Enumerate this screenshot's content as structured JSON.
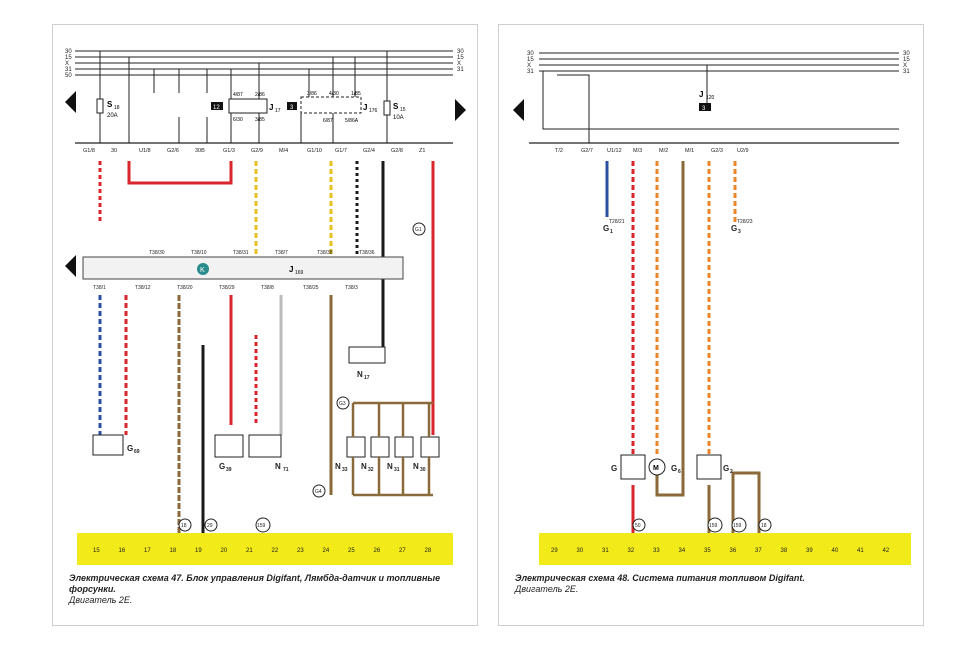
{
  "page1": {
    "busLines": [
      "30",
      "15",
      "X",
      "31",
      "50"
    ],
    "fuses": [
      {
        "id": "S",
        "sub": "18",
        "rating": "20A"
      },
      {
        "id": "S",
        "sub": "15",
        "rating": "10A"
      }
    ],
    "relays": [
      {
        "id": "J",
        "sub": "17",
        "badge": "12",
        "pins": [
          "4/87",
          "2/86",
          "6/30",
          "3/85"
        ]
      },
      {
        "id": "J",
        "sub": "176",
        "badge": "3",
        "pins": [
          "3/86",
          "4/30",
          "1/85",
          "6/87",
          "5/86A"
        ]
      }
    ],
    "connectorRow1": [
      "G1/8",
      "30",
      "U1/8",
      "G2/6",
      "30B",
      "G1/3",
      "G2/9",
      "M/4",
      "G1/10",
      "G1/7",
      "G2/4",
      "G2/8",
      "Z1"
    ],
    "ecu": {
      "id": "J",
      "sub": "169",
      "marker": "K"
    },
    "ecuPinsTop": [
      "T38/30",
      "T38/10",
      "T38/31",
      "T38/7",
      "T38/38",
      "T38/36"
    ],
    "ecuPinsBottom": [
      "T38/1",
      "T38/12",
      "T38/20",
      "T38/29",
      "T38/8",
      "T38/25",
      "T38/3"
    ],
    "components": [
      {
        "id": "G",
        "sub": "69"
      },
      {
        "id": "G",
        "sub": "39"
      },
      {
        "id": "N",
        "sub": "71"
      },
      {
        "id": "N",
        "sub": "17"
      },
      {
        "id": "N",
        "sub": "33"
      },
      {
        "id": "N",
        "sub": "32"
      },
      {
        "id": "N",
        "sub": "31"
      },
      {
        "id": "N",
        "sub": "30"
      }
    ],
    "groundPoints": [
      "G3",
      "G4",
      "G1"
    ],
    "refs": [
      "18",
      "29",
      "159"
    ],
    "gridNumbers": [
      "15",
      "16",
      "17",
      "18",
      "19",
      "20",
      "21",
      "22",
      "23",
      "24",
      "25",
      "26",
      "27",
      "28"
    ],
    "caption": {
      "title": "Электрическая схема 47. Блок управления Digifant, Лямбда-датчик и топливные форсунки.",
      "engine": "Двигатель 2E."
    }
  },
  "page2": {
    "busLines": [
      "30",
      "15",
      "X",
      "31"
    ],
    "connectorRow": [
      "T/2",
      "G2/7",
      "U1/12",
      "M/3",
      "M/2",
      "M/1",
      "G2/3",
      "U2/9"
    ],
    "relay": {
      "id": "J",
      "sub": "120",
      "badge": "3"
    },
    "components": [
      {
        "id": "G",
        "sub": ""
      },
      {
        "id": "G",
        "sub": "6"
      },
      {
        "id": "G",
        "sub": "2"
      },
      {
        "id": "G",
        "sub": "1"
      },
      {
        "id": "G",
        "sub": "3"
      }
    ],
    "pins": [
      "T28/21",
      "T28/23"
    ],
    "refs": [
      "50",
      "159",
      "159",
      "18"
    ],
    "gridNumbers": [
      "29",
      "30",
      "31",
      "32",
      "33",
      "34",
      "35",
      "36",
      "37",
      "38",
      "39",
      "40",
      "41",
      "42"
    ],
    "caption": {
      "title": "Электрическая схема 48. Система питания топливом Digifant.",
      "engine": "Двигатель 2E."
    }
  },
  "colors": {
    "gridBand": "#f3ea1a",
    "red": "#d8262c",
    "blue": "#2b4fa3",
    "brown": "#8a6a3a",
    "black": "#1a1a1a",
    "yellow": "#e6c21e",
    "green": "#3f8f3f",
    "orange": "#e9862a"
  }
}
